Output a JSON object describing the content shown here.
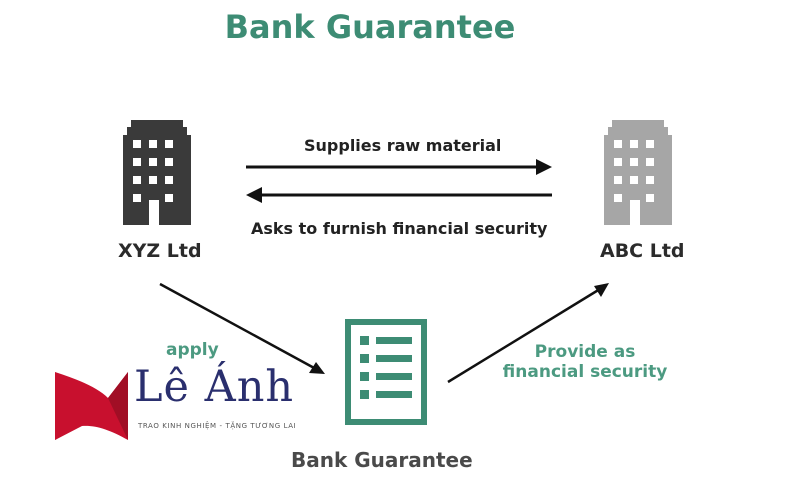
{
  "title": "Bank Guarantee",
  "nodes": {
    "xyz": {
      "label": "XYZ Ltd",
      "icon": "building-icon",
      "color": "#3a3a3a"
    },
    "abc": {
      "label": "ABC Ltd",
      "icon": "building-icon",
      "color": "#a6a6a6"
    },
    "bank": {
      "label": "Bank Guarantee",
      "icon": "document-list-icon",
      "color": "#3d8c74"
    }
  },
  "edges": {
    "supplies": "Supplies raw material",
    "asks": "Asks to furnish financial security",
    "apply": "apply",
    "provide_line1": "Provide as",
    "provide_line2": "financial security"
  },
  "logo": {
    "name": "Lê Ánh",
    "tagline": "TRAO KINH NGHIỆM - TẶNG TƯƠNG LAI",
    "colors": {
      "red": "#c8102e",
      "navy": "#2a2f6e"
    }
  }
}
